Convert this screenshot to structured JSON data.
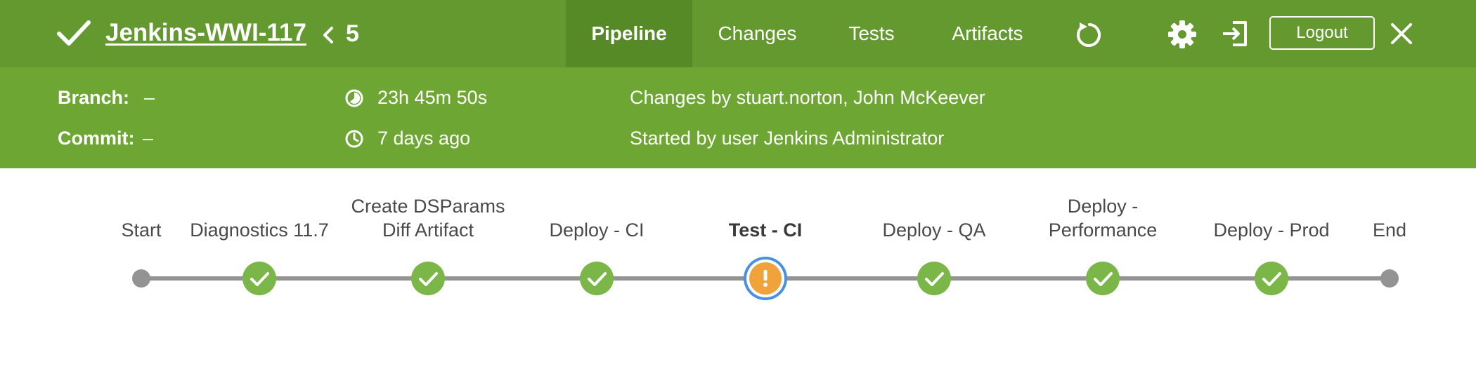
{
  "header": {
    "status_icon": "check-icon",
    "pipeline_name": "Jenkins-WWI-117",
    "run_number": "5",
    "tabs": [
      {
        "label": "Pipeline",
        "active": true
      },
      {
        "label": "Changes",
        "active": false
      },
      {
        "label": "Tests",
        "active": false
      },
      {
        "label": "Artifacts",
        "active": false
      }
    ],
    "actions": [
      "rerun-icon",
      "gear-icon",
      "exit-icon"
    ],
    "logout_label": "Logout",
    "close_icon": "close-icon"
  },
  "info": {
    "branch_label": "Branch:",
    "branch_value": "–",
    "commit_label": "Commit:",
    "commit_value": "–",
    "duration": "23h 45m 50s",
    "started_ago": "7 days ago",
    "changes_by": "Changes by stuart.norton, John McKeever",
    "started_by": "Started by user Jenkins Administrator"
  },
  "pipeline": {
    "colors": {
      "success": "#7ab648",
      "warning": "#f0a23b",
      "selected_ring": "#4a90e2",
      "node_gray": "#949393",
      "line": "#949393"
    },
    "stages": [
      {
        "label": "Start",
        "status": "start"
      },
      {
        "label": "Diagnostics 11.7",
        "status": "success"
      },
      {
        "label": "Create DSParams\nDiff Artifact",
        "status": "success"
      },
      {
        "label": "Deploy - CI",
        "status": "success"
      },
      {
        "label": "Test - CI",
        "status": "unstable",
        "selected": true
      },
      {
        "label": "Deploy - QA",
        "status": "success"
      },
      {
        "label": "Deploy -\nPerformance",
        "status": "success"
      },
      {
        "label": "Deploy - Prod",
        "status": "success"
      },
      {
        "label": "End",
        "status": "end"
      }
    ]
  }
}
